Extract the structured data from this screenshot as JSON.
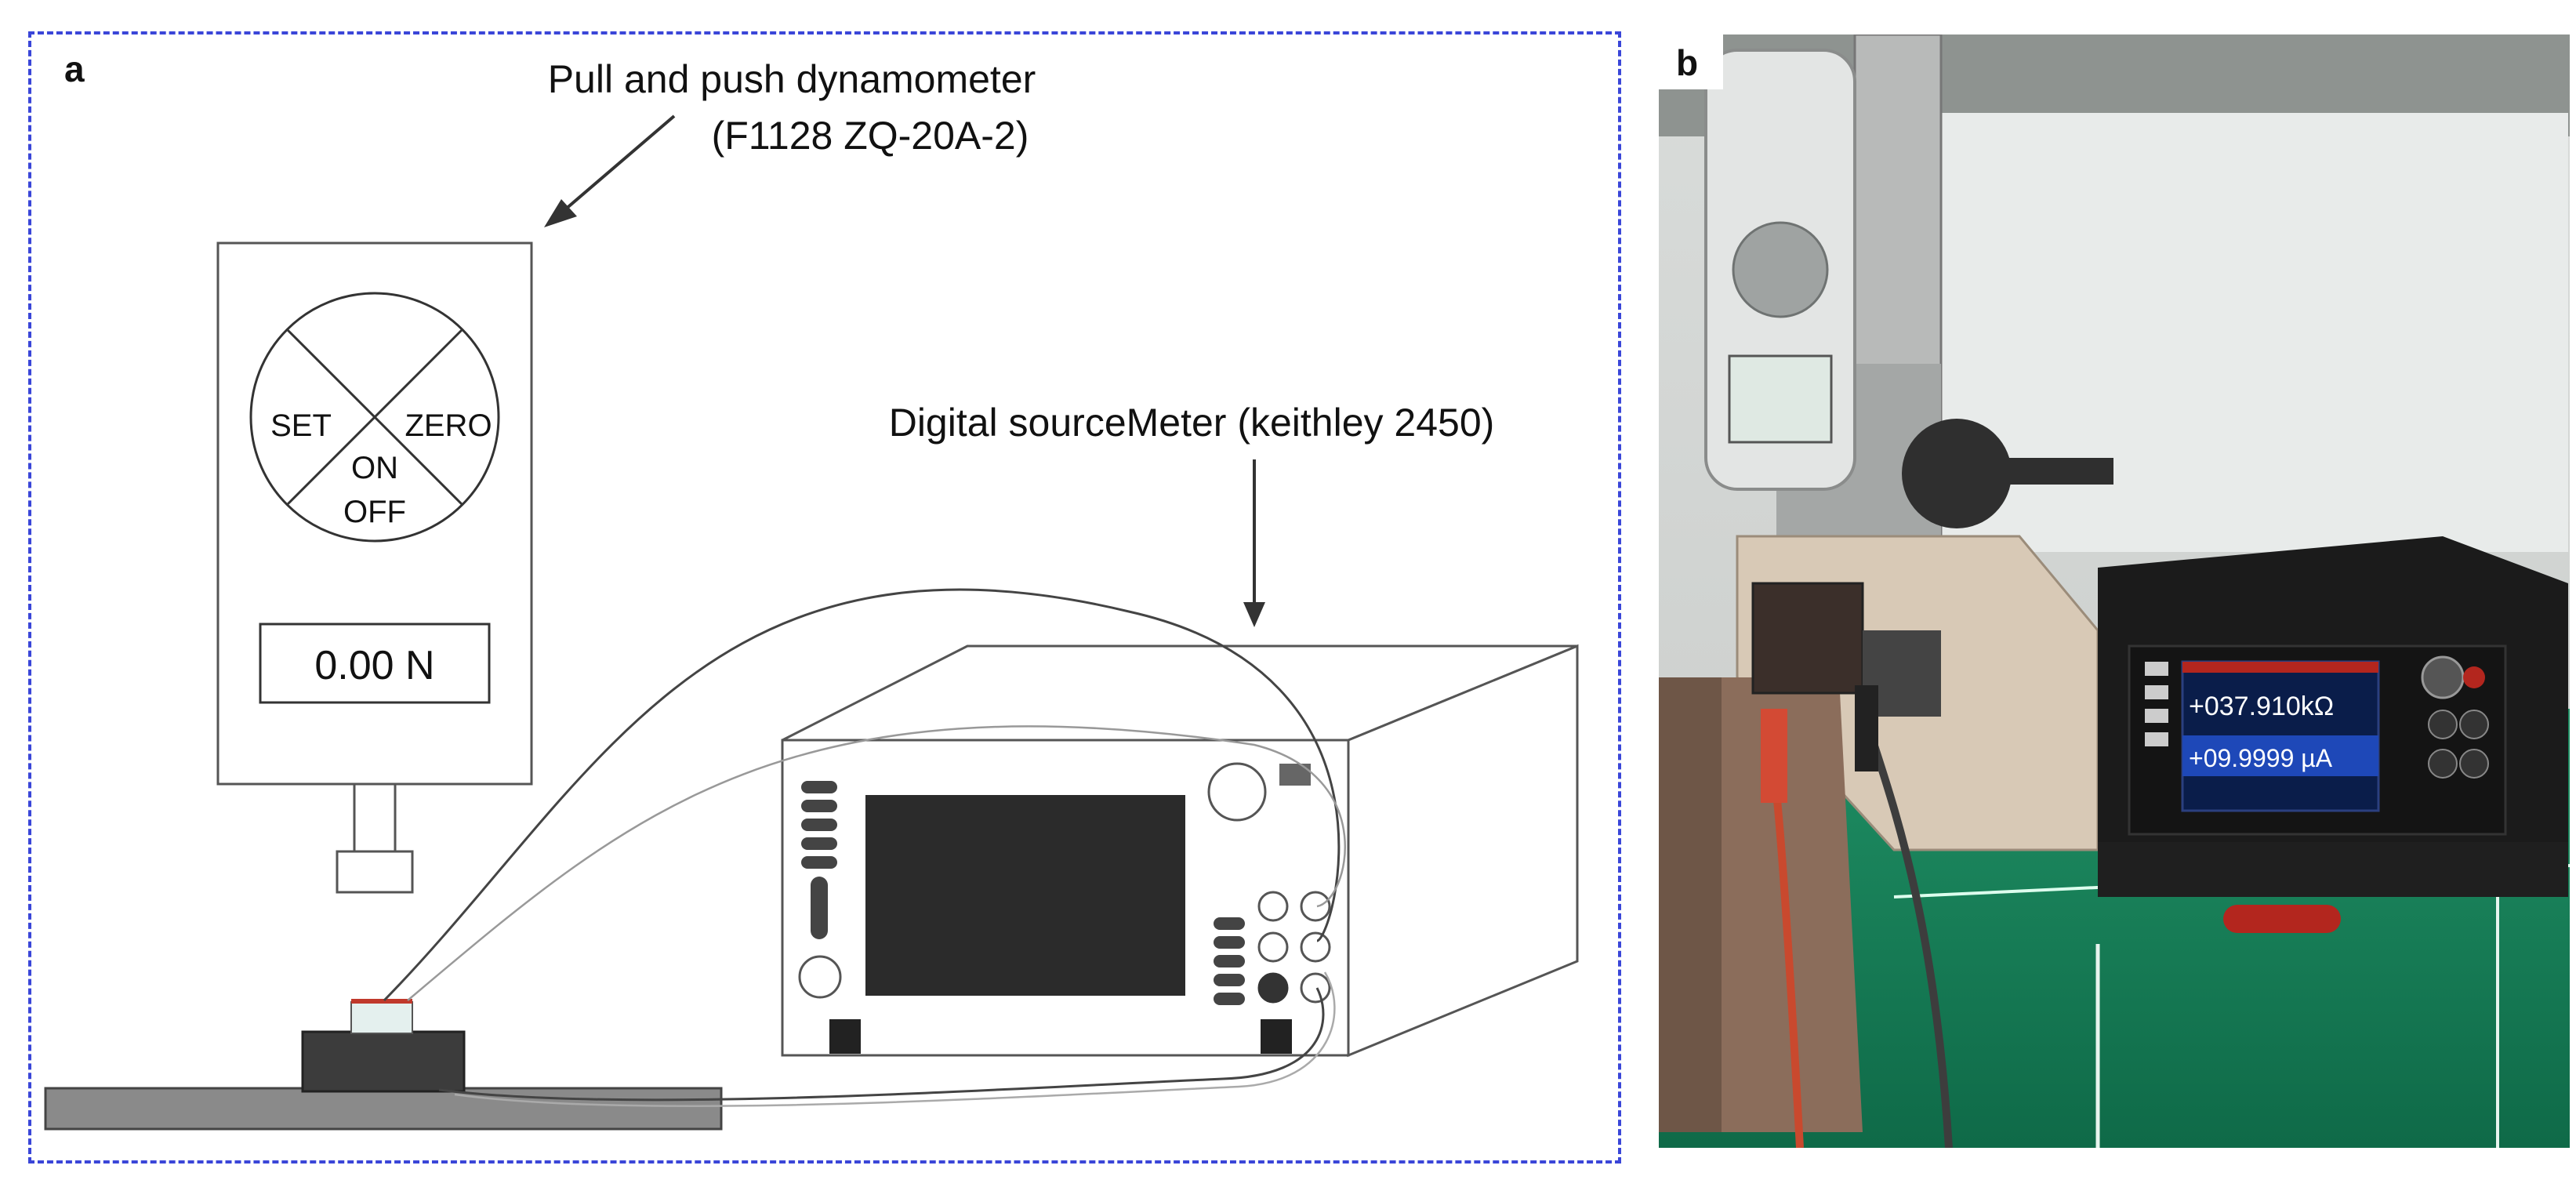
{
  "panel_a": {
    "label": "a",
    "dynamometer_title": "Pull and push dynamometer",
    "dynamometer_model": "(F1128 ZQ-20A-2)",
    "dial": {
      "set": "SET",
      "zero": "ZERO",
      "on": "ON",
      "off": "OFF"
    },
    "display_reading": "0.00 N",
    "sourcemeter_label": "Digital sourceMeter (keithley 2450)"
  },
  "panel_b": {
    "label": "b",
    "screen_resistance": "+037.910kΩ",
    "screen_current": "+09.9999 µA"
  },
  "colors": {
    "border": "#3a46d8",
    "sample_stripe": "#c0392b",
    "instrument_red": "#b3261e"
  }
}
